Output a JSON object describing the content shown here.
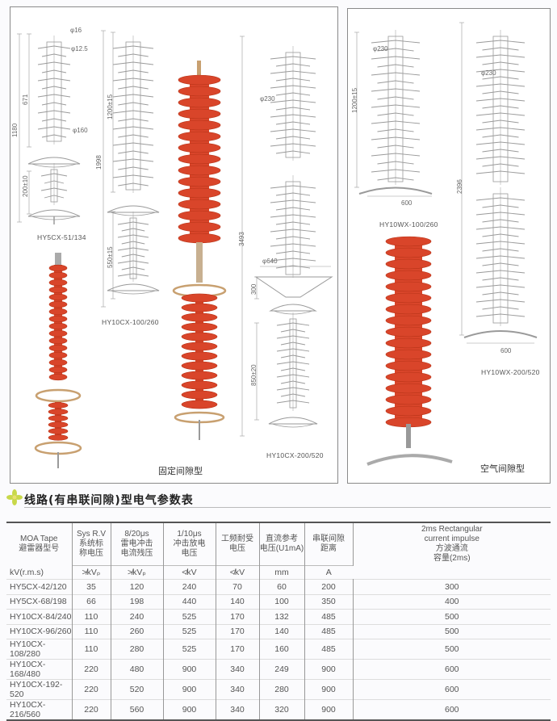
{
  "figures": {
    "fixed_gap_label": "固定间隙型",
    "air_gap_label": "空气间隙型",
    "models": {
      "hy5cx": {
        "caption": "HY5CX-51/134",
        "dims": [
          "φ16",
          "φ12.5",
          "671",
          "1180",
          "φ160",
          "200±10"
        ]
      },
      "hy10cx_100": {
        "caption": "HY10CX-100/260",
        "dims": [
          "1200±15",
          "1998",
          "550±15"
        ]
      },
      "hy10cx_200": {
        "caption": "HY10CX-200/520",
        "dims": [
          "φ230",
          "3493",
          "φ640",
          "300",
          "850±20"
        ]
      },
      "hy10wx_100": {
        "caption": "HY10WX-100/260",
        "dims": [
          "φ230",
          "1200±15",
          "600"
        ]
      },
      "hy10wx_200": {
        "caption": "HY10WX-200/520",
        "dims": [
          "φ230",
          "2396",
          "600"
        ]
      }
    },
    "colors": {
      "photo_red": "#d9452a",
      "line": "#9a9a9a"
    }
  },
  "table": {
    "title": "线路(有串联间隙)型电气参数表",
    "headers": [
      [
        "MOA Tape",
        "避雷器型号"
      ],
      [
        "Sys R.V",
        "系统标",
        "称电压"
      ],
      [
        "8/20μs",
        "雷电冲击",
        "电流残压"
      ],
      [
        "1/10μs",
        "冲击放电",
        "电压"
      ],
      [
        "工频耐受",
        "电压"
      ],
      [
        "直流参考",
        "电压(U1mA)"
      ],
      [
        "串联间隙",
        "距离"
      ],
      [
        "2ms Rectangular",
        "current impulse",
        "方波通流",
        "容量(2ms)"
      ]
    ],
    "units": [
      "kV(r.m.s)",
      "≯kVₚ",
      "≯kVₚ",
      "≮kV",
      "≮kV",
      "mm",
      "A"
    ],
    "rows": [
      [
        "HY5CX-42/120",
        "35",
        "120",
        "240",
        "70",
        "60",
        "200",
        "300"
      ],
      [
        "HY5CX-68/198",
        "66",
        "198",
        "440",
        "140",
        "100",
        "350",
        "400"
      ],
      [
        "HY10CX-84/240",
        "110",
        "240",
        "525",
        "170",
        "132",
        "485",
        "500"
      ],
      [
        "HY10CX-96/260",
        "110",
        "260",
        "525",
        "170",
        "140",
        "485",
        "500"
      ],
      [
        "HY10CX-108/280",
        "110",
        "280",
        "525",
        "170",
        "160",
        "485",
        "500"
      ],
      [
        "HY10CX-168/480",
        "220",
        "480",
        "900",
        "340",
        "249",
        "900",
        "600"
      ],
      [
        "HY10CX-192-520",
        "220",
        "520",
        "900",
        "340",
        "280",
        "900",
        "600"
      ],
      [
        "HY10CX-216/560",
        "220",
        "560",
        "900",
        "340",
        "320",
        "900",
        "600"
      ]
    ]
  }
}
